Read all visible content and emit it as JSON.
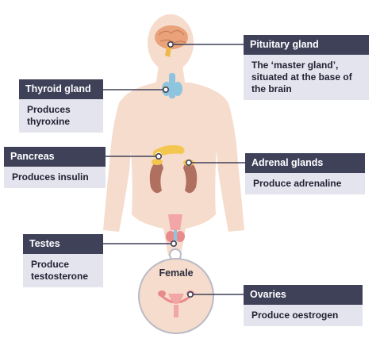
{
  "labels": {
    "pituitary": {
      "title": "Pituitary gland",
      "desc": "The ‘master gland’, situated at the base of the brain"
    },
    "thyroid": {
      "title": "Thyroid gland",
      "desc": "Produces thyroxine"
    },
    "pancreas": {
      "title": "Pancreas",
      "desc": "Produces insulin"
    },
    "adrenal": {
      "title": "Adrenal glands",
      "desc": "Produce adrenaline"
    },
    "testes": {
      "title": "Testes",
      "desc": "Produce testosterone"
    },
    "ovaries": {
      "title": "Ovaries",
      "desc": "Produce oestrogen"
    }
  },
  "inset": {
    "label": "Female"
  },
  "colors": {
    "body": "#f6dccd",
    "label_header": "#3f4159",
    "label_body": "#e3e4ee",
    "gland": "#f2c64f",
    "connector": "#3f4159",
    "kidney": "#b07060",
    "brain": "#e9a27a",
    "thyroid": "#8fc4df"
  }
}
